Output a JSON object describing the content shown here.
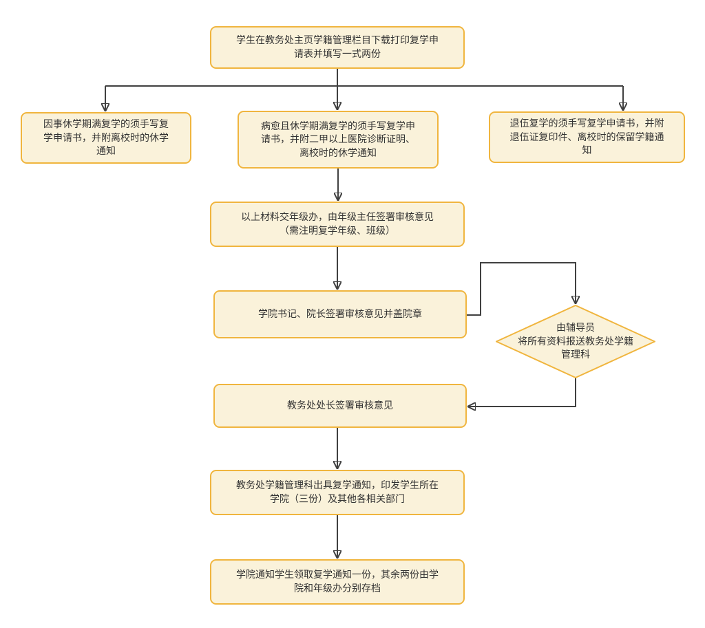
{
  "colors": {
    "background": "#ffffff",
    "node_fill": "#faf2da",
    "node_border": "#f0b53e",
    "connector": "#404040",
    "text": "#333333"
  },
  "nodes": {
    "start": {
      "text": "学生在教务处主页学籍管理栏目下载打印复学申\n请表并填写一式两份"
    },
    "reason_leave": {
      "text": "因事休学期满复学的须手写复\n学申请书，并附离校时的休学\n通知"
    },
    "reason_illness": {
      "text": "病愈且休学期满复学的须手写复学申\n请书，并附二甲以上医院诊断证明、\n离校时的休学通知"
    },
    "reason_army": {
      "text": "退伍复学的须手写复学申请书，并附\n退伍证复印件、离校时的保留学籍通\n知"
    },
    "grade_office": {
      "text": "以上材料交年级办，由年级主任签署审核意见\n（需注明复学年级、班级）"
    },
    "college_sign": {
      "text": "学院书记、院长签署审核意见并盖院章"
    },
    "counselor_submit": {
      "text": "由辅导员\n将所有资料报送教务处学籍\n管理科"
    },
    "dean_sign": {
      "text": "教务处处长签署审核意见"
    },
    "issue_notice": {
      "text": "教务处学籍管理科出具复学通知，印发学生所在\n学院（三份）及其他各相关部门"
    },
    "archive": {
      "text": "学院通知学生领取复学通知一份，其余两份由学\n院和年级办分别存档"
    }
  }
}
